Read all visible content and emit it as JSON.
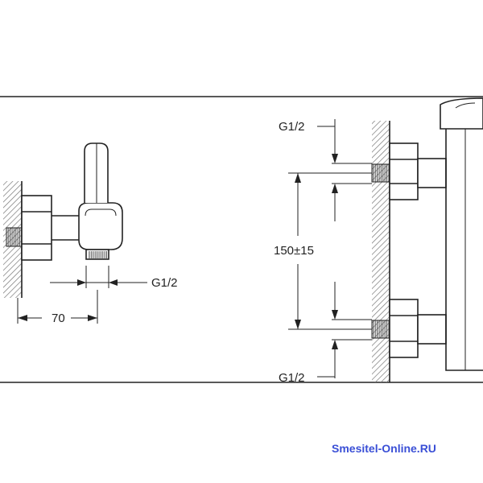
{
  "side_view": {
    "outlet_thread_label": "G1/2",
    "wall_offset_label": "70"
  },
  "front_view": {
    "top_thread_label": "G1/2",
    "bottom_thread_label": "G1/2",
    "center_distance_label": "150±15"
  },
  "watermark": {
    "text": "Smesitel-Online.RU",
    "color": "#3a4fd6"
  },
  "colors": {
    "line": "#222222",
    "hatch": "#777777"
  }
}
